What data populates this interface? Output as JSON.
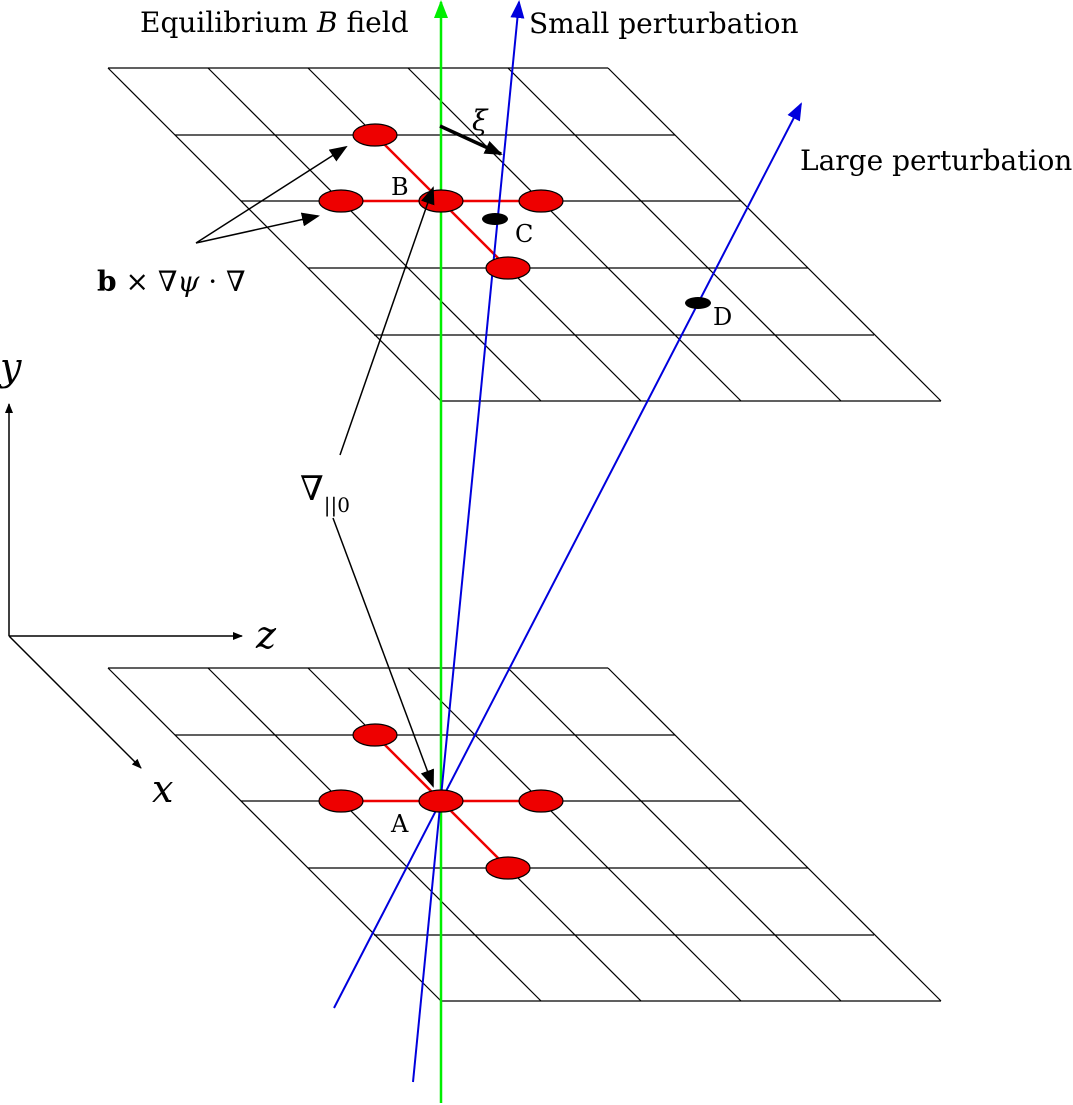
{
  "labels": {
    "equilibrium_prefix": "Equilibrium ",
    "equilibrium_var": "B",
    "equilibrium_suffix": " field",
    "small_perturbation": "Small perturbation",
    "large_perturbation": "Large perturbation",
    "xi": "ξ",
    "bcross_b": "b",
    "bcross_mid": " × ∇",
    "bcross_psi": "ψ",
    "bcross_end": " · ∇",
    "grad_parallel": "∇",
    "grad_parallel_sub": "||0",
    "point_A": "A",
    "point_B": "B",
    "point_C": "C",
    "point_D": "D",
    "axis_x": "x",
    "axis_y": "y",
    "axis_z": "z"
  },
  "colors": {
    "equilibrium_line": "#00ee00",
    "perturbation_lines": "#0000dd",
    "stencil": "#ee0000",
    "grid": "#000000",
    "offgrid_points": "#000000"
  }
}
